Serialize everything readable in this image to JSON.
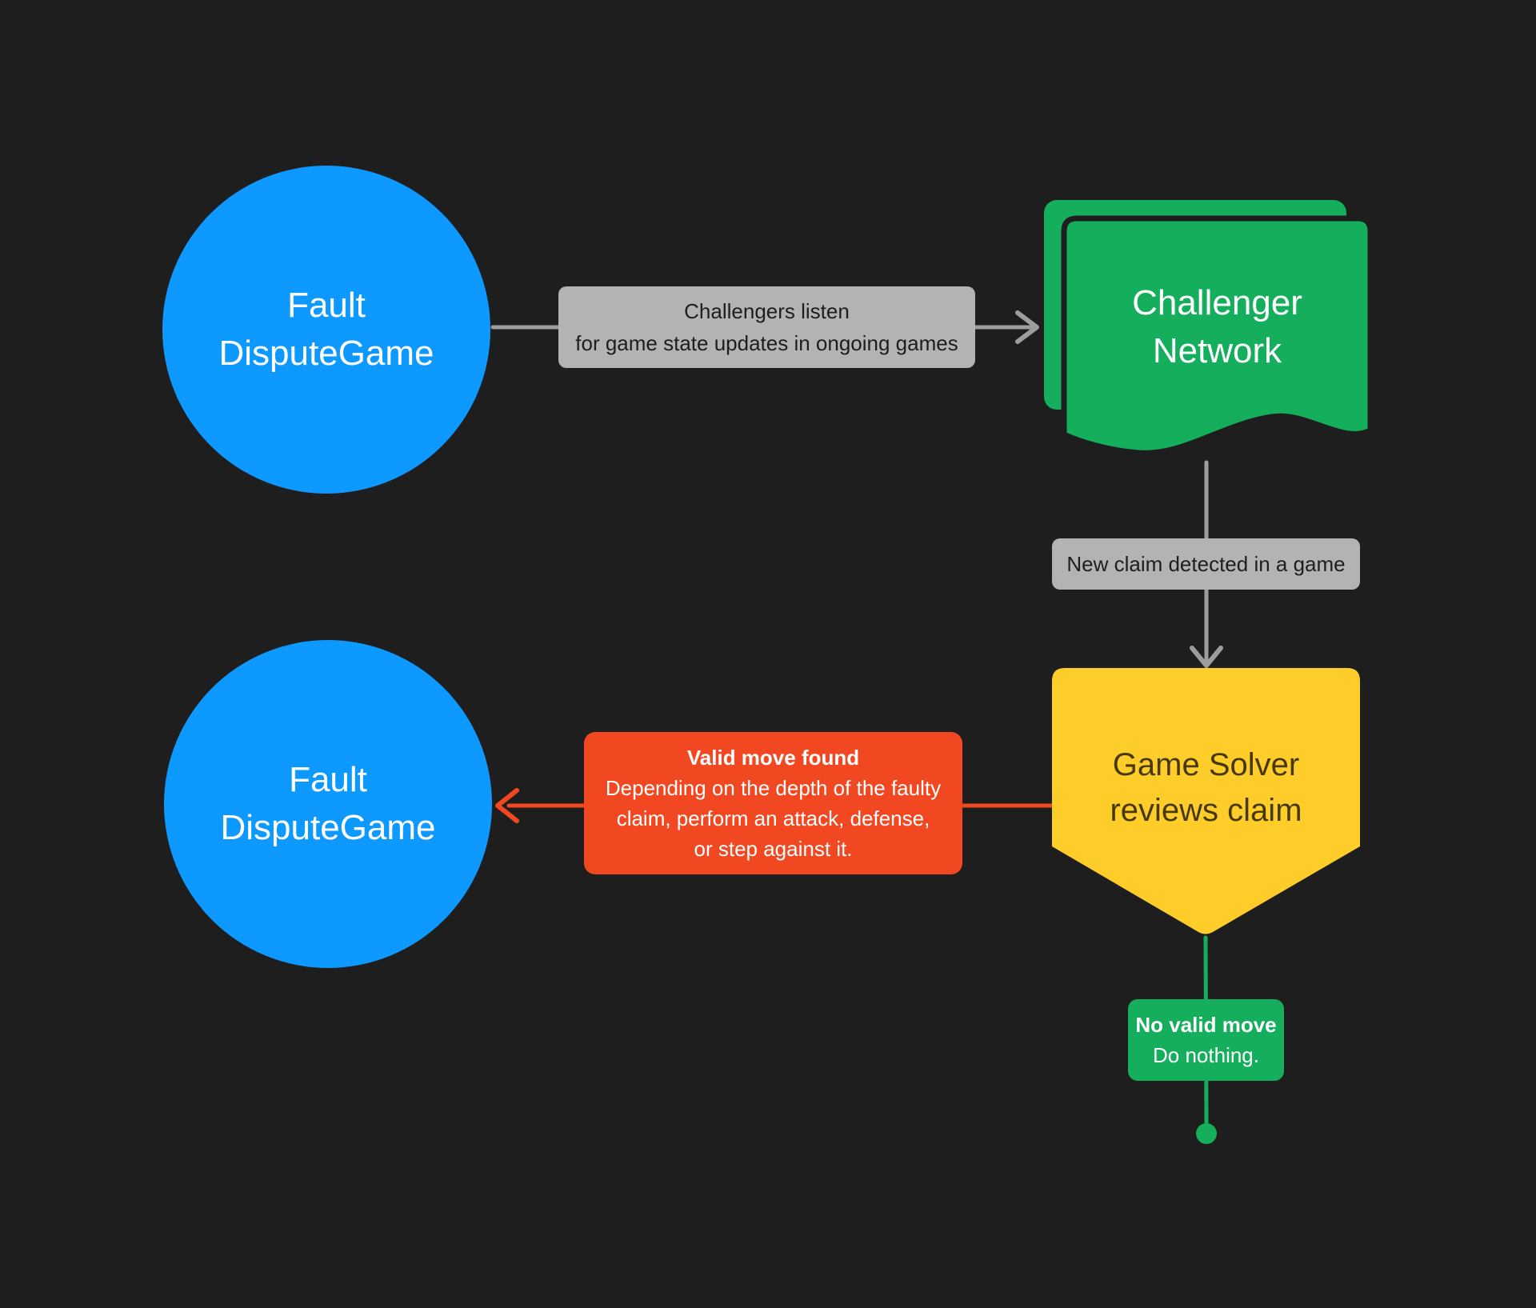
{
  "colors": {
    "bg": "#1e1e1e",
    "blue": "#0d99ff",
    "green": "#14ae5c",
    "yellow": "#ffcd29",
    "red": "#f24822",
    "gray-label": "#b3b3b3",
    "gray-line": "#9d9d9d",
    "text-light": "#ffffff",
    "text-dark": "#1e1e1e",
    "text-on-yellow": "#473906"
  },
  "nodes": {
    "fault_top": {
      "lines": [
        "Fault",
        "DisputeGame"
      ]
    },
    "challenger_network": {
      "lines": [
        "Challenger",
        "Network"
      ]
    },
    "game_solver": {
      "lines": [
        "Game Solver",
        "reviews claim"
      ]
    },
    "fault_bottom": {
      "lines": [
        "Fault",
        "DisputeGame"
      ]
    }
  },
  "labels": {
    "listen": {
      "lines": [
        "Challengers listen",
        "for game state updates in ongoing games"
      ]
    },
    "new_claim": {
      "text": "New claim detected in a game"
    },
    "valid_move": {
      "title": "Valid move found",
      "lines": [
        "Depending on the depth of the faulty",
        "claim, perform an attack, defense,",
        "or step against it."
      ]
    },
    "no_valid_move": {
      "title": "No valid move",
      "body": "Do nothing."
    }
  }
}
